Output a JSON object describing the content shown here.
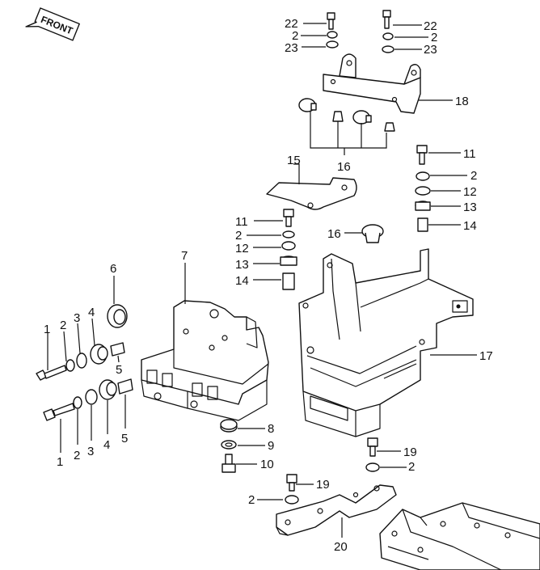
{
  "front_badge": "FRONT",
  "callouts": {
    "c22a": "22",
    "c2a": "2",
    "c23a": "23",
    "c22b": "22",
    "c2b": "2",
    "c23b": "23",
    "c18": "18",
    "c16a": "16",
    "c15": "15",
    "c11a": "11",
    "c2c": "2",
    "c12a": "12",
    "c13a": "13",
    "c14a": "14",
    "c11b": "11",
    "c2d": "2",
    "c12b": "12",
    "c13b": "13",
    "c14b": "14",
    "c16b": "16",
    "c17": "17",
    "c7": "7",
    "c6": "6",
    "c1a": "1",
    "c2e": "2",
    "c3a": "3",
    "c4a": "4",
    "c5a": "5",
    "c1b": "1",
    "c2f": "2",
    "c3b": "3",
    "c4b": "4",
    "c5b": "5",
    "c8": "8",
    "c9": "9",
    "c10": "10",
    "c19a": "19",
    "c2g": "2",
    "c19b": "19",
    "c2h": "2",
    "c20": "20"
  }
}
